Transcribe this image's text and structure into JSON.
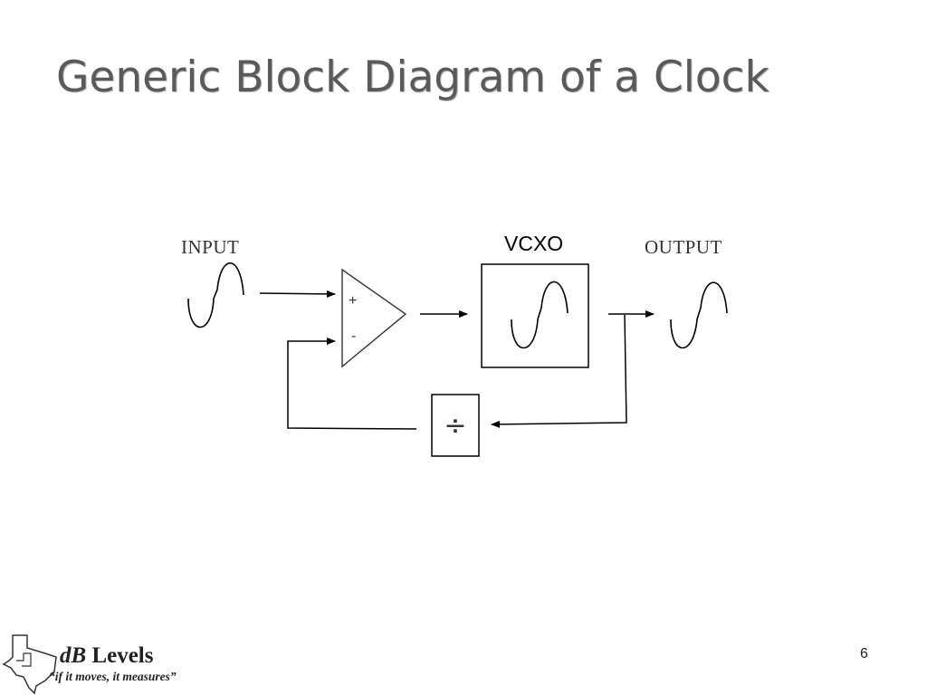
{
  "slide": {
    "title": "Generic Block Diagram of a Clock",
    "page_number": "6"
  },
  "diagram": {
    "input_label": "INPUT",
    "output_label": "OUTPUT",
    "vco_label": "VCXO",
    "plus_sign": "+",
    "minus_sign": "-",
    "divider_symbol": "÷"
  },
  "logo": {
    "name_prefix": "dB",
    "name_suffix": " Levels",
    "tagline": "“if it moves, it measures”",
    "icon": "texas-outline-icon"
  }
}
